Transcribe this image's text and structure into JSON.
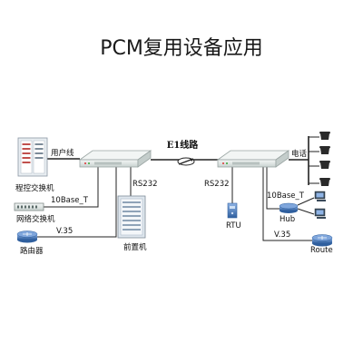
{
  "title": "PCM复用设备应用",
  "link": {
    "label": "E1线路"
  },
  "left": {
    "exchange": "程控交换机",
    "user_line": "用户线",
    "network_switch": "网络交换机",
    "ethernet": "10Base_T",
    "router": "路由器",
    "v35": "V.35",
    "rs232": "RS232",
    "front_end": "前置机"
  },
  "right": {
    "rs232": "RS232",
    "rtu": "RTU",
    "phone": "电话",
    "ethernet": "10Base_T",
    "hub": "Hub",
    "v35": "V.35",
    "router": "Route"
  },
  "colors": {
    "device_body": "#e6eceb",
    "device_edge": "#9aa5a3",
    "router_blue": "#4a7fc4",
    "rtu_blue": "#3f73b8",
    "cabinet": "#dfe7ee",
    "phone": "#2a2a2a",
    "pc": "#3a4a5a"
  }
}
